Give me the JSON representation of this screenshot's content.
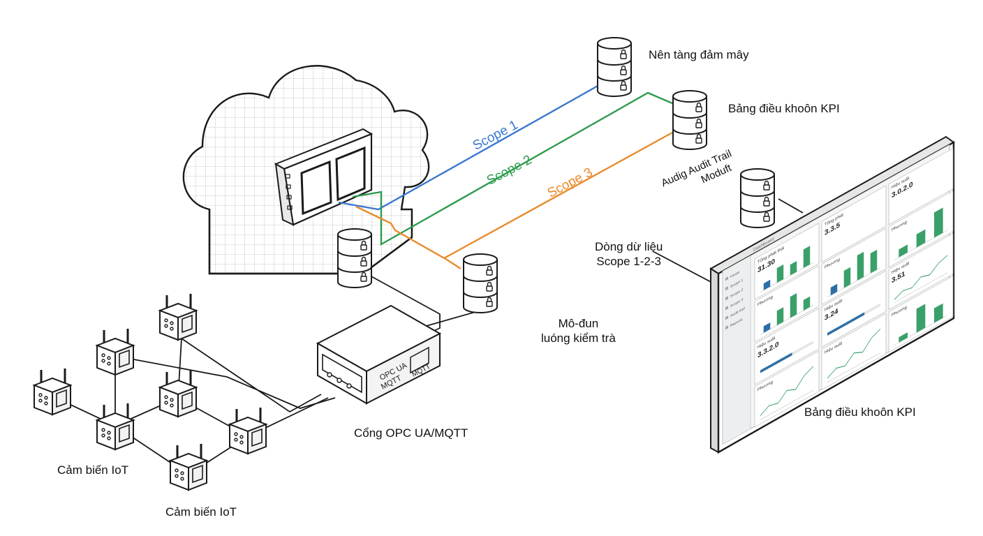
{
  "colors": {
    "ink": "#1a1a1a",
    "scope1": "#3a78d0",
    "scope2": "#2e9c4e",
    "scope3": "#e88a2a",
    "chart_green": "#3aa06a",
    "chart_blue": "#2c6fa8",
    "panel_bg": "#f4f6f6"
  },
  "labels": {
    "cloud_platform": "Nên tàng đảm mây",
    "kpi_dashboard_top": "Bảng điều khoôn KPI",
    "audit_module_line1": "Moduft",
    "audit_module_line2": "Audig Audit Trail",
    "data_stream_line1": "Dòng dừ liệu",
    "data_stream_line2": "Scope 1-2-3",
    "audit_flow_line1": "Mô-đun",
    "audit_flow_line2": "luóng kiểm trà",
    "gateway": "Cổng OPC UA/MQTT",
    "iot_sensor_left": "Cảm biến IoT",
    "iot_sensor_bottom": "Cảm biến IoT",
    "kpi_dashboard_bottom": "Bảng điều khoôn KPI"
  },
  "scopes": [
    {
      "label": "Scope 1"
    },
    {
      "label": "Scope 2"
    },
    {
      "label": "Scope 3"
    }
  ],
  "gateway_device": {
    "face_line1": "OPC UA",
    "face_line2": "MQTT",
    "side_label": "MQTT"
  },
  "dashboard": {
    "header": "Dashboard",
    "sidebar": [
      "Home",
      "Scope 1",
      "Scope 2",
      "Scope 3",
      "Audit trail",
      "Reports"
    ],
    "cards": [
      {
        "title": "Tổng phát thải",
        "value": "31.30",
        "chart": "bar",
        "bars": [
          0.35,
          0.75,
          0.55,
          0.95
        ]
      },
      {
        "title": "Tổng phát",
        "value": "3.3.5",
        "chart": "none",
        "bars": []
      },
      {
        "title": "Hiệu suất",
        "value": "3.0.2.0",
        "chart": "none",
        "bars": []
      },
      {
        "title": "Phương",
        "value": "",
        "chart": "bar",
        "bars": [
          0.25,
          0.55,
          0.8,
          0.4
        ]
      },
      {
        "title": "Phương",
        "value": "",
        "chart": "bar",
        "bars": [
          0.3,
          0.65,
          0.95,
          0.75
        ]
      },
      {
        "title": "Phương",
        "value": "",
        "chart": "bar",
        "bars": [
          0.3,
          0.5,
          0.95
        ]
      },
      {
        "title": "Hiệu suất",
        "value": "3.3.2.0",
        "chart": "progress",
        "bars": [
          0.6
        ]
      },
      {
        "title": "Hiệu suất",
        "value": "3.24",
        "chart": "progress",
        "bars": [
          0.7
        ]
      },
      {
        "title": "Hiệu suất",
        "value": "3.51",
        "chart": "line",
        "bars": []
      },
      {
        "title": "Phương",
        "value": "",
        "chart": "line",
        "bars": []
      },
      {
        "title": "Hiệu suất",
        "value": "",
        "chart": "line",
        "bars": []
      },
      {
        "title": "Phương",
        "value": "",
        "chart": "bar",
        "bars": [
          0.2,
          0.9,
          0.55
        ]
      }
    ]
  }
}
